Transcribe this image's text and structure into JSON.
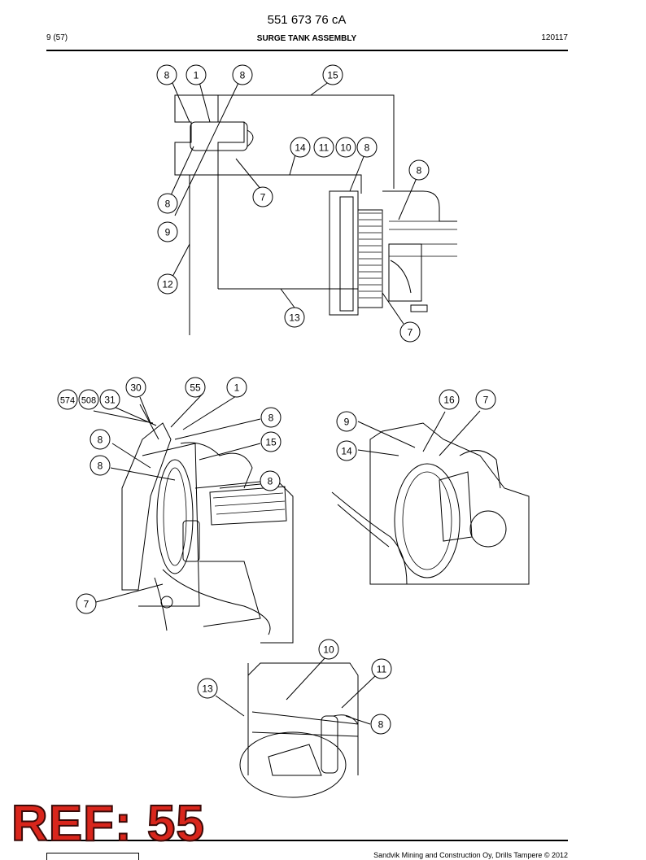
{
  "header": {
    "doc_number": "551 673 76 cA",
    "page": "9 (57)",
    "title": "SURGE TANK ASSEMBLY",
    "date_code": "120117"
  },
  "stamp": {
    "text": "REF: 55"
  },
  "footer": {
    "copyright": "Sandvik Mining and Construction Oy, Drills Tampere © 2012"
  },
  "callouts": {
    "d1": [
      "8",
      "1",
      "8",
      "15",
      "14",
      "11",
      "10",
      "8",
      "8",
      "7",
      "8",
      "9",
      "12",
      "13",
      "7"
    ],
    "d2": [
      "30",
      "55",
      "1",
      "574",
      "508",
      "31",
      "8",
      "8",
      "15",
      "8",
      "8",
      "7"
    ],
    "d3": [
      "16",
      "7",
      "9",
      "14"
    ],
    "d4": [
      "10",
      "11",
      "13",
      "8"
    ]
  },
  "colors": {
    "stamp": "#d9261c",
    "ink": "#000000"
  }
}
